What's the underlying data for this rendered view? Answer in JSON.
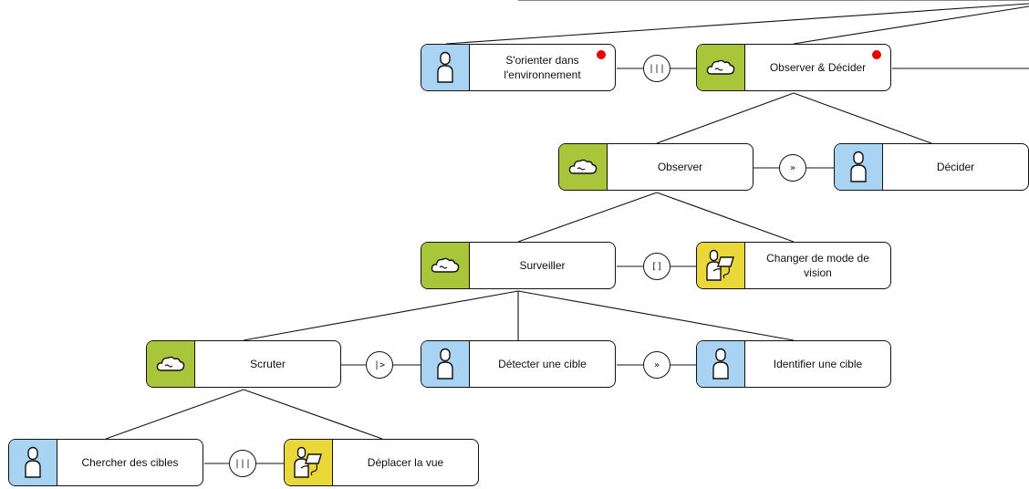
{
  "colors": {
    "user": "#a9d3f2",
    "system": "#a9c63a",
    "interactive": "#ead83b",
    "line": "#111111",
    "status_dot": "#e60000"
  },
  "tasks": {
    "orienter": {
      "label": "S'orienter dans l'environnement",
      "type": "user",
      "icon": "user-icon"
    },
    "obs_dec": {
      "label": "Observer & Décider",
      "type": "system",
      "icon": "cloud-icon"
    },
    "observer": {
      "label": "Observer",
      "type": "system",
      "icon": "cloud-icon"
    },
    "decider": {
      "label": "Décider",
      "type": "user",
      "icon": "user-icon"
    },
    "surveiller": {
      "label": "Surveiller",
      "type": "system",
      "icon": "cloud-icon"
    },
    "changer": {
      "label": "Changer de mode de vision",
      "type": "interactive",
      "icon": "interaction-icon"
    },
    "scruter": {
      "label": "Scruter",
      "type": "system",
      "icon": "cloud-icon"
    },
    "detecter": {
      "label": "Détecter une cible",
      "type": "user",
      "icon": "user-icon"
    },
    "identifier": {
      "label": "Identifier une cible",
      "type": "user",
      "icon": "user-icon"
    },
    "chercher": {
      "label": "Chercher des cibles",
      "type": "user",
      "icon": "user-icon"
    },
    "deplacer": {
      "label": "Déplacer la vue",
      "type": "interactive",
      "icon": "interaction-icon"
    }
  },
  "operators": {
    "op1": "|||",
    "op2": "»",
    "op3": "[]",
    "op4": "|>",
    "op5": "»",
    "op6": "|||"
  }
}
